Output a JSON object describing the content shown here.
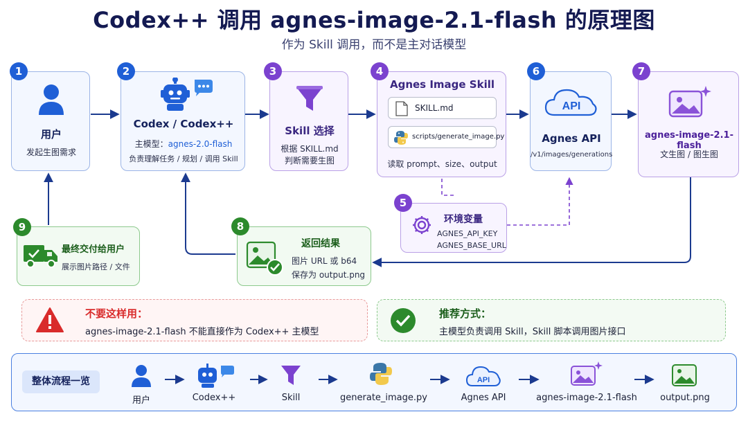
{
  "title": "Codex++ 调用 agnes-image-2.1-flash 的原理图",
  "subtitle": "作为 Skill 调用，而不是主对话模型",
  "steps": {
    "s1": {
      "num": "1",
      "title": "用户",
      "desc": "发起生图需求"
    },
    "s2": {
      "num": "2",
      "title": "Codex / Codex++",
      "model_label": "主模型：",
      "model_value": "agnes-2.0-flash",
      "desc": "负责理解任务 / 规划 / 调用 Skill"
    },
    "s3": {
      "num": "3",
      "title": "Skill 选择",
      "desc1": "根据 SKILL.md",
      "desc2": "判断需要生图"
    },
    "s4": {
      "num": "4",
      "title": "Agnes Image Skill",
      "file1": "SKILL.md",
      "file2": "scripts/generate_image.py",
      "desc": "读取 prompt、size、output"
    },
    "s5": {
      "num": "5",
      "title": "环境变量",
      "var1": "AGNES_API_KEY",
      "var2": "AGNES_BASE_URL"
    },
    "s6": {
      "num": "6",
      "icon_text": "API",
      "title": "Agnes API",
      "desc": "/v1/images/generations"
    },
    "s7": {
      "num": "7",
      "title": "agnes-image-2.1-flash",
      "desc": "文生图 / 图生图"
    },
    "s8": {
      "num": "8",
      "title": "返回结果",
      "desc1": "图片 URL 或 b64",
      "desc2": "保存为 output.png"
    },
    "s9": {
      "num": "9",
      "title": "最终交付给用户",
      "desc": "展示图片路径 / 文件"
    }
  },
  "dont": {
    "title": "不要这样用：",
    "text": "agnes-image-2.1-flash 不能直接作为 Codex++ 主模型"
  },
  "do": {
    "title": "推荐方式：",
    "text": "主模型负责调用 Skill，Skill 脚本调用图片接口"
  },
  "overview": {
    "label": "整体流程一览",
    "items": [
      "用户",
      "Codex++",
      "Skill",
      "generate_image.py",
      "Agnes API",
      "agnes-image-2.1-flash",
      "output.png"
    ],
    "api_icon_text": "API"
  },
  "colors": {
    "blue": "#1f5fd6",
    "purple": "#7b42cf",
    "green": "#2c8a2c",
    "red": "#d92b2b",
    "navy": "#141a52"
  }
}
